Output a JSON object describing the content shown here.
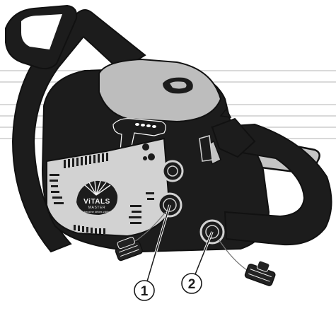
{
  "diagram": {
    "brand": {
      "name": "ViTALS",
      "line": "MASTER",
      "tagline": "benzine kēdes zāģis"
    },
    "callouts": [
      {
        "id": "1",
        "label": "1"
      },
      {
        "id": "2",
        "label": "2"
      }
    ],
    "colors": {
      "body": "#1c1c1c",
      "cover": "#bdbdbd",
      "panel": "#d2d2d2",
      "bar": "#c4c4c4",
      "cap": "#232323",
      "outline": "#111111",
      "background_lines": "#d9d9d9"
    },
    "icons": [
      "fuel-cap-icon",
      "oil-cap-icon",
      "brand-logo-icon"
    ]
  }
}
